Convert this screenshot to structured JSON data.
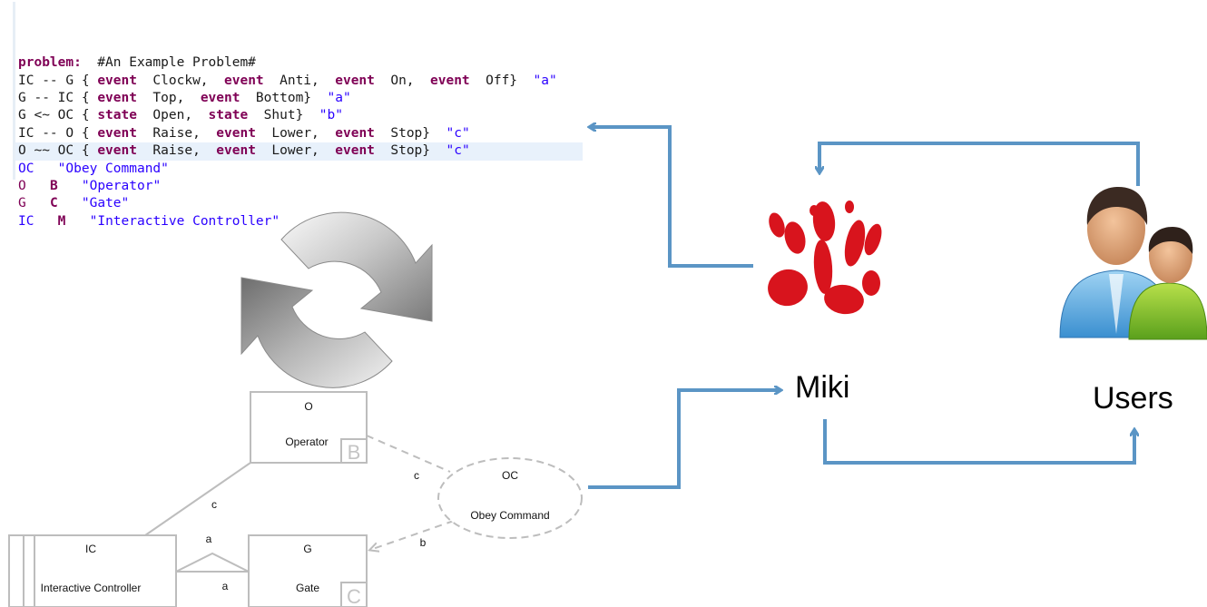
{
  "code": {
    "lines": [
      [
        {
          "t": "problem:",
          "c": "kw"
        },
        {
          "t": "  #An Example Problem#",
          "c": ""
        }
      ],
      [
        {
          "t": "IC -- G { ",
          "c": ""
        },
        {
          "t": "event",
          "c": "kw"
        },
        {
          "t": "  Clockw,  ",
          "c": ""
        },
        {
          "t": "event",
          "c": "kw"
        },
        {
          "t": "  Anti,  ",
          "c": ""
        },
        {
          "t": "event",
          "c": "kw"
        },
        {
          "t": "  On,  ",
          "c": ""
        },
        {
          "t": "event",
          "c": "kw"
        },
        {
          "t": "  Off}  ",
          "c": ""
        },
        {
          "t": "\"a\"",
          "c": "str"
        }
      ],
      [
        {
          "t": "G -- IC { ",
          "c": ""
        },
        {
          "t": "event",
          "c": "kw"
        },
        {
          "t": "  Top,  ",
          "c": ""
        },
        {
          "t": "event",
          "c": "kw"
        },
        {
          "t": "  Bottom}  ",
          "c": ""
        },
        {
          "t": "\"a\"",
          "c": "str"
        }
      ],
      [
        {
          "t": "G <~ OC { ",
          "c": ""
        },
        {
          "t": "state",
          "c": "kw"
        },
        {
          "t": "  Open,  ",
          "c": ""
        },
        {
          "t": "state",
          "c": "kw"
        },
        {
          "t": "  Shut}  ",
          "c": ""
        },
        {
          "t": "\"b\"",
          "c": "str"
        }
      ],
      [
        {
          "t": "IC -- O { ",
          "c": ""
        },
        {
          "t": "event",
          "c": "kw"
        },
        {
          "t": "  Raise,  ",
          "c": ""
        },
        {
          "t": "event",
          "c": "kw"
        },
        {
          "t": "  Lower,  ",
          "c": ""
        },
        {
          "t": "event",
          "c": "kw"
        },
        {
          "t": "  Stop}  ",
          "c": ""
        },
        {
          "t": "\"c\"",
          "c": "str"
        }
      ],
      [
        {
          "t": "O ~~ OC { ",
          "c": ""
        },
        {
          "t": "event",
          "c": "kw"
        },
        {
          "t": "  Raise,  ",
          "c": ""
        },
        {
          "t": "event",
          "c": "kw"
        },
        {
          "t": "  Lower,  ",
          "c": ""
        },
        {
          "t": "event",
          "c": "kw"
        },
        {
          "t": "  Stop}  ",
          "c": ""
        },
        {
          "t": "\"c\"",
          "c": "str"
        }
      ],
      [
        {
          "t": "OC",
          "c": "id-blue"
        },
        {
          "t": "   ",
          "c": ""
        },
        {
          "t": "\"Obey Command\"",
          "c": "str"
        }
      ],
      [
        {
          "t": "O",
          "c": "id-purple"
        },
        {
          "t": "   ",
          "c": ""
        },
        {
          "t": "B",
          "c": "mk"
        },
        {
          "t": "   ",
          "c": ""
        },
        {
          "t": "\"Operator\"",
          "c": "str"
        }
      ],
      [
        {
          "t": "G",
          "c": "id-purple"
        },
        {
          "t": "   ",
          "c": ""
        },
        {
          "t": "C",
          "c": "mk"
        },
        {
          "t": "   ",
          "c": ""
        },
        {
          "t": "\"Gate\"",
          "c": "str"
        }
      ],
      [
        {
          "t": "IC",
          "c": "id-blue"
        },
        {
          "t": "   ",
          "c": ""
        },
        {
          "t": "M",
          "c": "mk"
        },
        {
          "t": "   ",
          "c": ""
        },
        {
          "t": "\"Interactive Controller\"",
          "c": "str"
        }
      ]
    ],
    "highlight_line": 5
  },
  "diagram": {
    "operator": {
      "id": "O",
      "name": "Operator",
      "marker": "B"
    },
    "gate": {
      "id": "G",
      "name": "Gate",
      "marker": "C"
    },
    "controller": {
      "id": "IC",
      "name": "Interactive Controller"
    },
    "obey": {
      "id": "OC",
      "name": "Obey Command"
    },
    "edge_labels": {
      "ic_o": "c",
      "o_oc": "c",
      "oc_g": "b",
      "ic_g_top": "a",
      "ic_g_bottom": "a"
    }
  },
  "labels": {
    "miki": "Miki",
    "users": "Users"
  },
  "colors": {
    "arrow": "#5b95c5",
    "paw": "#d8141d",
    "keyword": "#7f0055",
    "string": "#2a00ff"
  },
  "icons": [
    "refresh-icon",
    "paw-icon",
    "users-icon"
  ]
}
